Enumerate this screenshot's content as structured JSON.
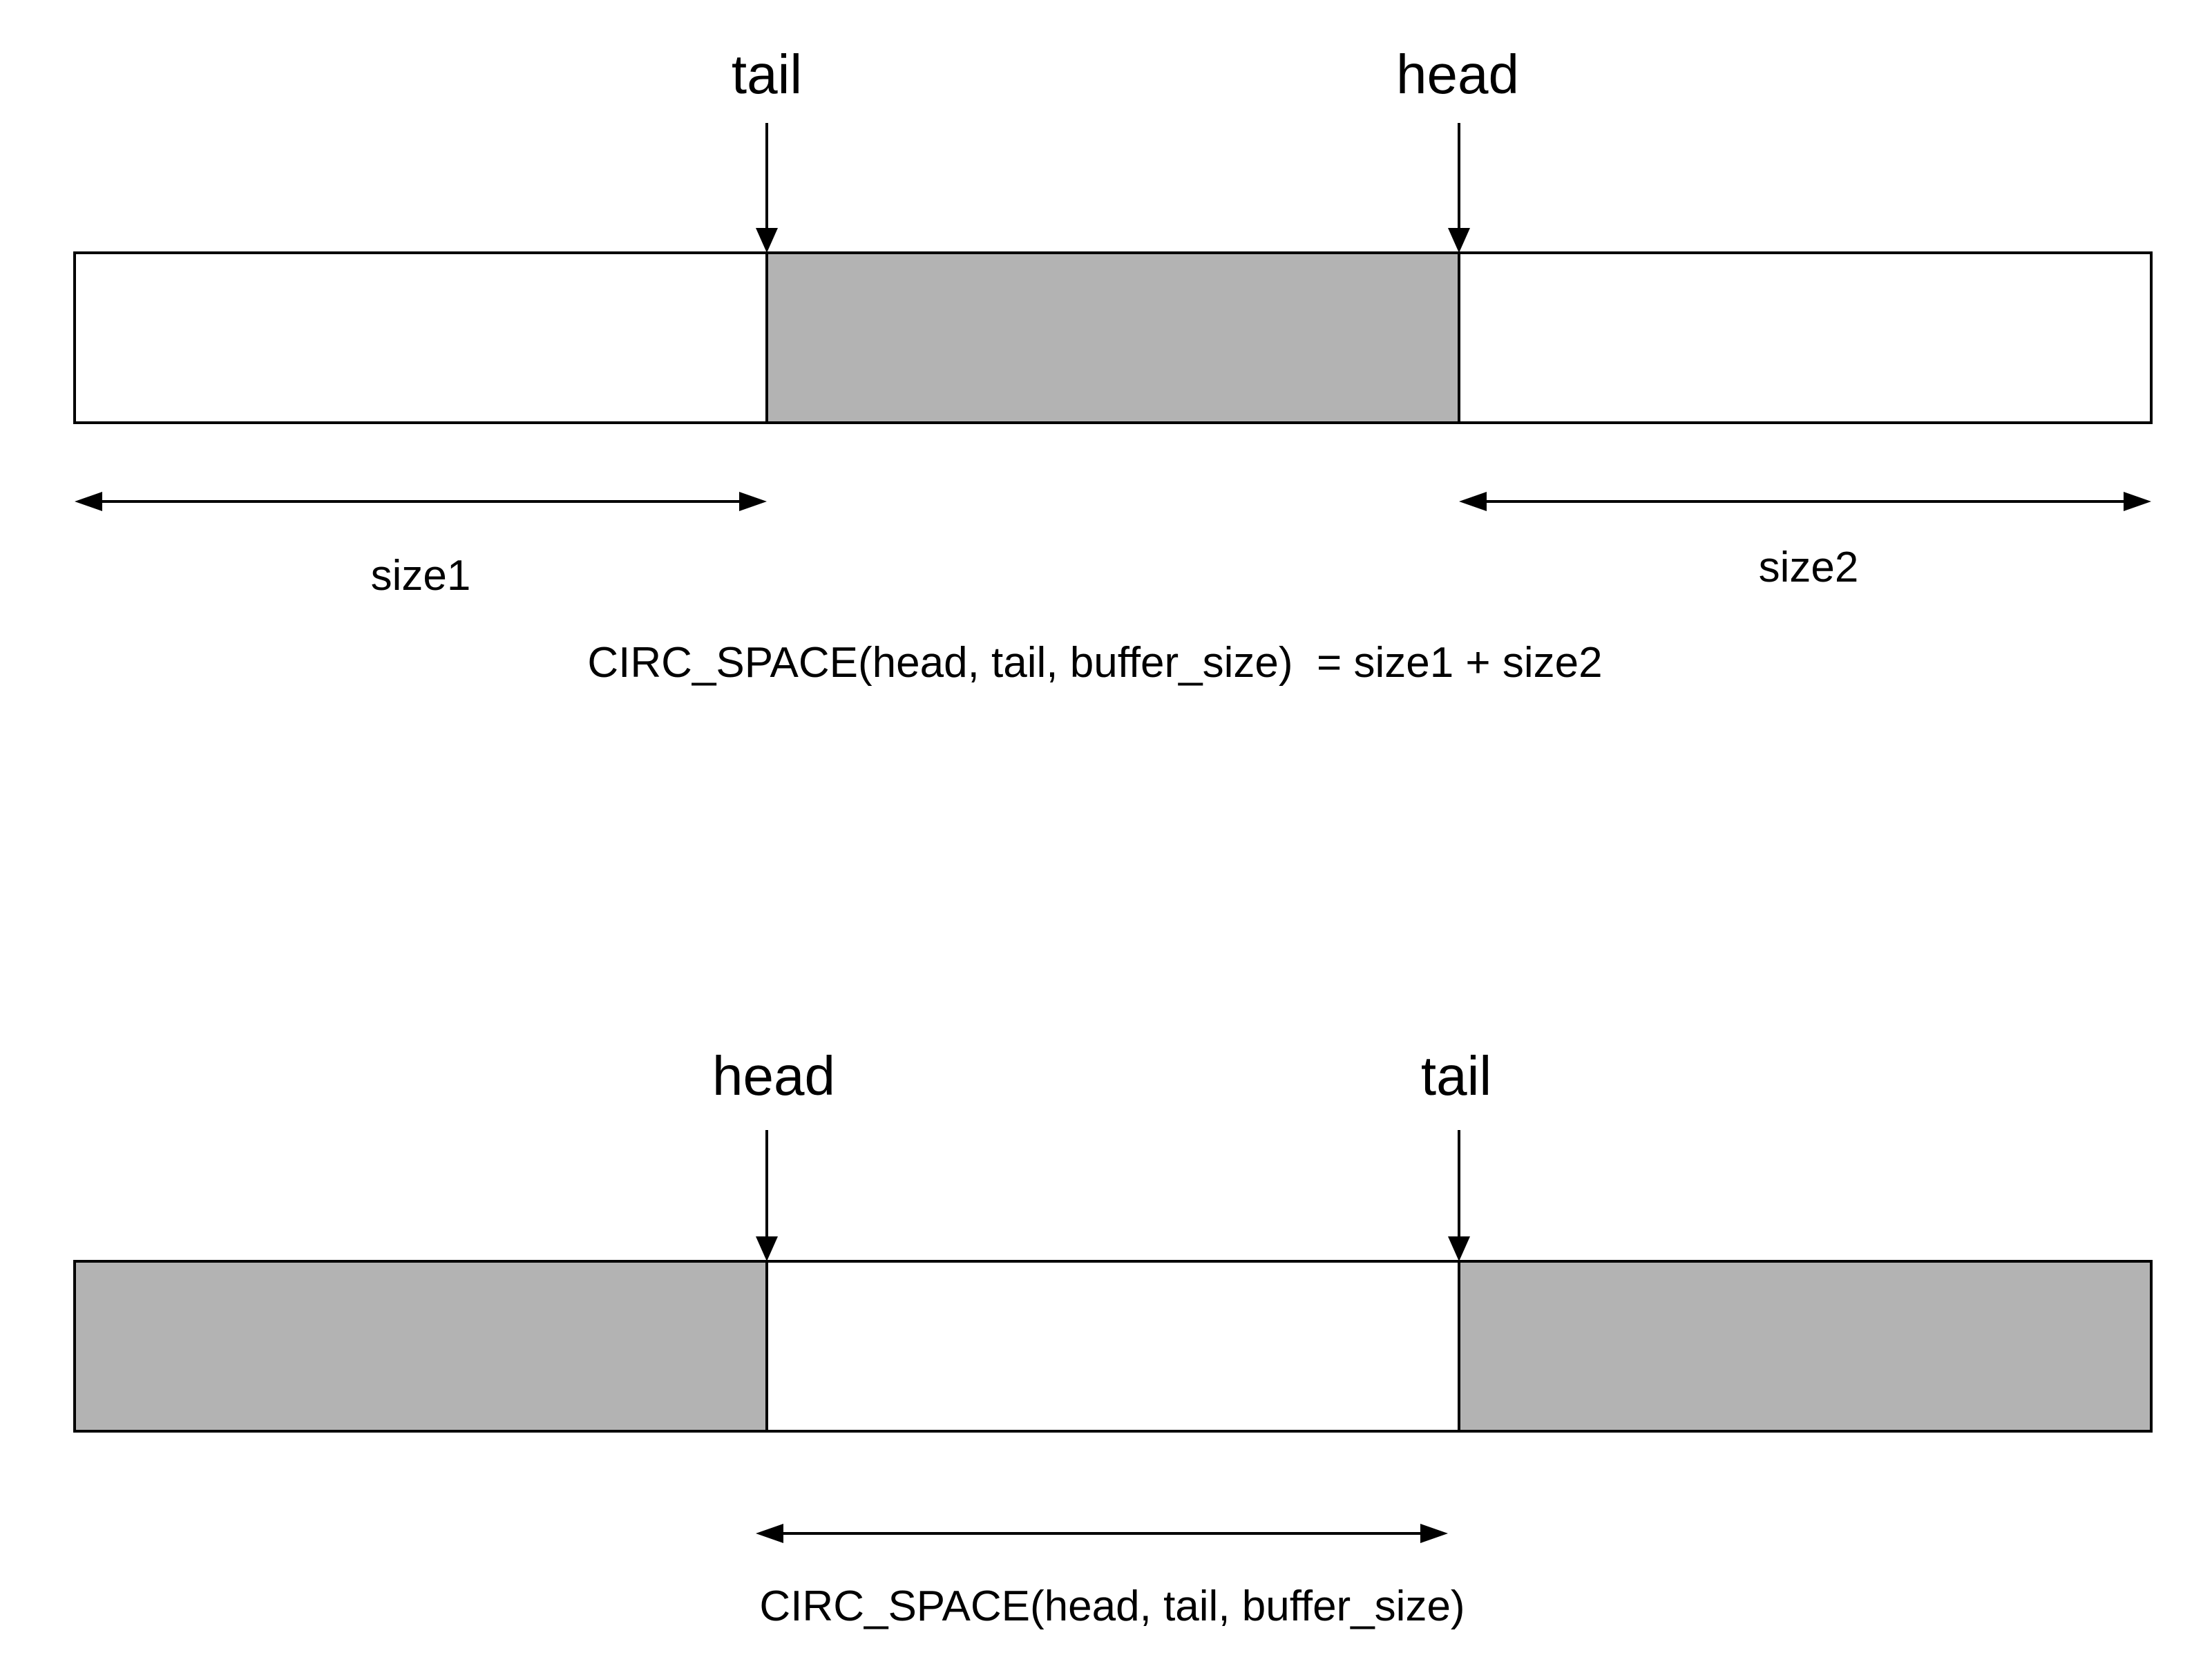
{
  "colors": {
    "used": "#b3b3b3",
    "free": "#ffffff",
    "stroke": "#000000"
  },
  "diagram_top": {
    "pointer_left": "tail",
    "pointer_right": "head",
    "segments": [
      "free",
      "used",
      "free"
    ],
    "size_left": "size1",
    "size_right": "size2",
    "formula": "CIRC_SPACE(head, tail, buffer_size)  = size1 + size2"
  },
  "diagram_bottom": {
    "pointer_left": "head",
    "pointer_right": "tail",
    "segments": [
      "used",
      "free",
      "used"
    ],
    "formula": "CIRC_SPACE(head, tail, buffer_size)"
  }
}
